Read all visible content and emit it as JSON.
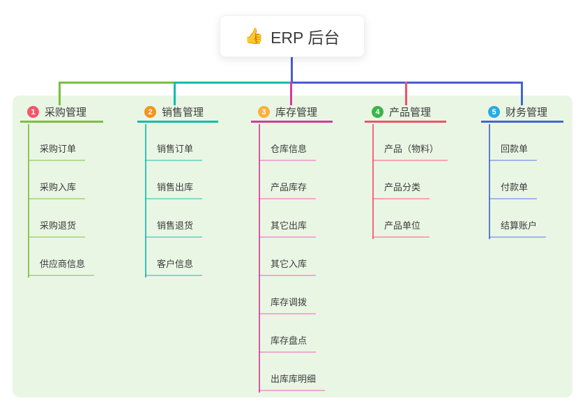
{
  "root": {
    "icon": "👍",
    "label": "ERP 后台"
  },
  "branches": [
    {
      "number": "1",
      "label": "采购管理",
      "colors": {
        "badge": "#f1586b",
        "line": "#7cbe41",
        "child_line": "#b3db90"
      },
      "children": [
        "采购订单",
        "采购入库",
        "采购退货",
        "供应商信息"
      ]
    },
    {
      "number": "2",
      "label": "销售管理",
      "colors": {
        "badge": "#f7941d",
        "line": "#12bcac",
        "child_line": "#84d8cc"
      },
      "children": [
        "销售订单",
        "销售出库",
        "销售退货",
        "客户信息"
      ]
    },
    {
      "number": "3",
      "label": "库存管理",
      "colors": {
        "badge": "#fbb03b",
        "line": "#d6399b",
        "child_line": "#efa9d3"
      },
      "children": [
        "仓库信息",
        "产品库存",
        "其它出库",
        "其它入库",
        "库存调拨",
        "库存盘点",
        "出库库明细"
      ]
    },
    {
      "number": "4",
      "label": "产品管理",
      "colors": {
        "badge": "#39b54a",
        "line": "#f3506a",
        "child_line": "#f8a3af"
      },
      "children": [
        "产品（物料）",
        "产品分类",
        "产品单位"
      ]
    },
    {
      "number": "5",
      "label": "财务管理",
      "colors": {
        "badge": "#29abe2",
        "line": "#4465d0",
        "child_line": "#a2b6e9"
      },
      "children": [
        "回款单",
        "付款单",
        "结算账户"
      ]
    }
  ],
  "canvas": {
    "background": "#ffffff",
    "panel_background": "#e9f6e4",
    "text_color": "#3c3c3c",
    "root_connector_color": "#4a5bd0"
  }
}
